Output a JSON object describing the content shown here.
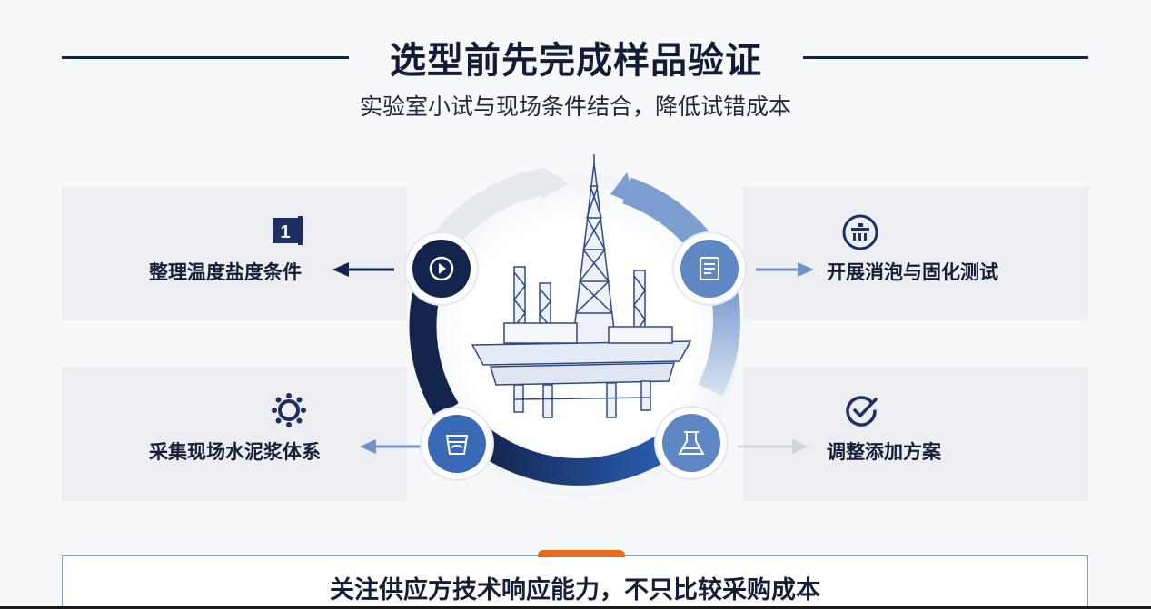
{
  "header": {
    "title": "选型前先完成样品验证",
    "subtitle": "实验室小试与现场条件结合，降低试错成本"
  },
  "steps": {
    "top_left": {
      "label": "整理温度盐度条件",
      "icon": "document-number-icon",
      "node_icon": "target-icon"
    },
    "bottom_left": {
      "label": "采集现场水泥浆体系",
      "icon": "gear-icon",
      "node_icon": "sample-pot-icon"
    },
    "top_right": {
      "label": "开展消泡与固化测试",
      "icon": "lab-equipment-icon",
      "node_icon": "report-icon"
    },
    "bottom_right": {
      "label": "调整添加方案",
      "icon": "checkmark-icon",
      "node_icon": "flask-icon"
    }
  },
  "center": {
    "illustration": "offshore-oil-platform"
  },
  "footer": {
    "text": "关注供应方技术响应能力，不只比较采购成本"
  },
  "colors": {
    "navy": "#13244d",
    "blue": "#2457a8",
    "mid_blue": "#6f93c7",
    "light_blue": "#c6d4ea",
    "accent_orange": "#ea6a1c",
    "panel_bg": "#eceef2"
  }
}
